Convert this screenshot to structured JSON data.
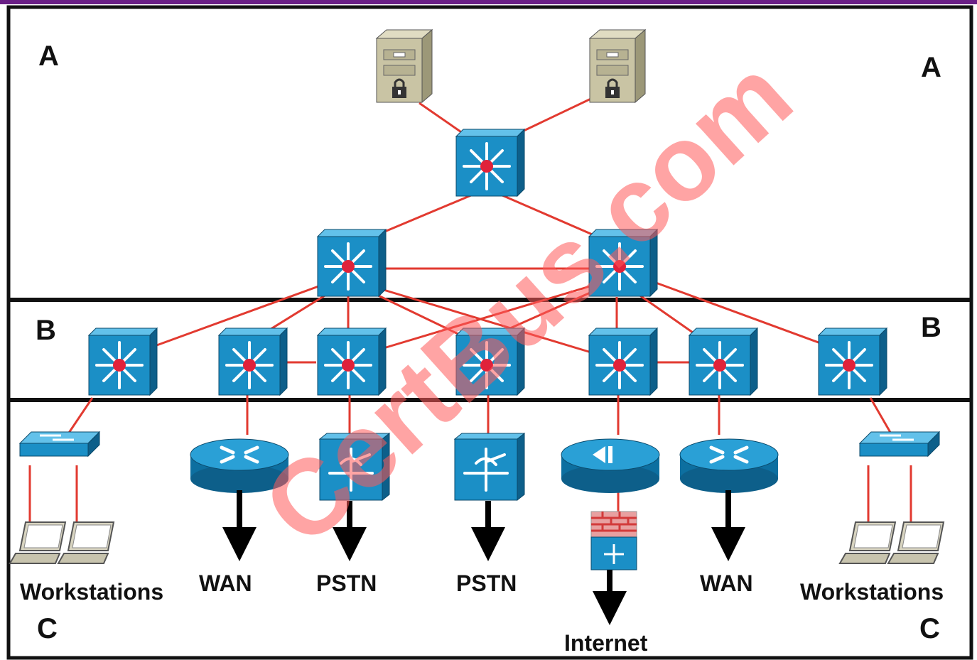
{
  "zones": {
    "a_left": "A",
    "a_right": "A",
    "b_left": "B",
    "b_right": "B",
    "c_left": "C",
    "c_right": "C"
  },
  "labels": {
    "workstations_left": "Workstations",
    "wan_left": "WAN",
    "pstn_left": "PSTN",
    "pstn_right": "PSTN",
    "internet": "Internet",
    "wan_right": "WAN",
    "workstations_right": "Workstations"
  },
  "watermark": "CertBus.com",
  "colors": {
    "link": "#e23a30",
    "device_blue": "#1b8fc6",
    "device_blue_dark": "#0d5f8a",
    "device_blue_light": "#63c1ea",
    "server": "#c9c4a4",
    "border": "#111111",
    "title_bar": "#6a1f86"
  }
}
